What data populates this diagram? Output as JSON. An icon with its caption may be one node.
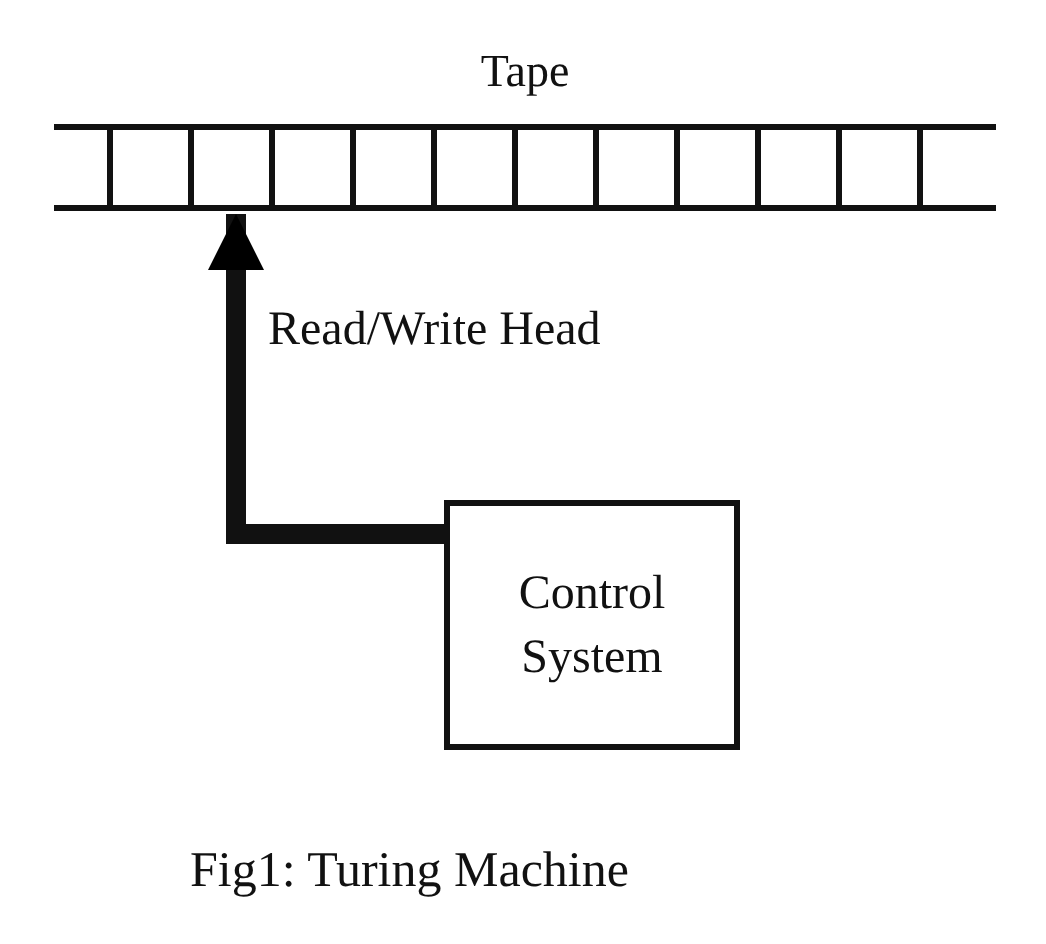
{
  "diagram": {
    "caption": "Fig1: Turing Machine",
    "nodes": [
      {
        "text": [
          "Tape"
        ]
      },
      {
        "text": [
          "Control System"
        ]
      }
    ],
    "edges": [
      {
        "from": 1,
        "to": 0,
        "arrow": "to",
        "label": "Read/Write Head"
      }
    ]
  }
}
